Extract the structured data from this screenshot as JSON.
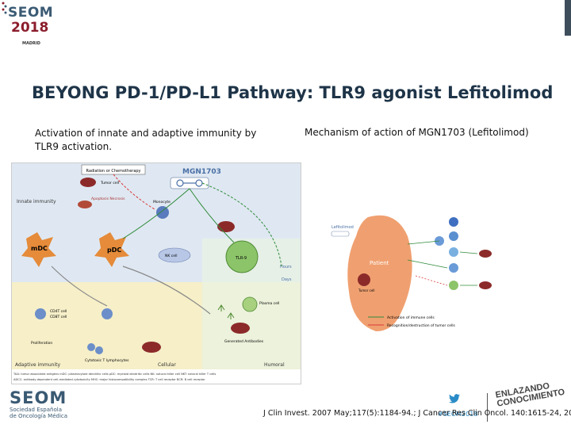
{
  "logo": {
    "line1": "SEOM",
    "line2": "2018",
    "line3": "MADRID"
  },
  "title": "BEYONG PD-1/PD-L1 Pathway: TLR9 agonist Lefitolimod",
  "caption_left": "Activation of innate and adaptive immunity by TLR9 activation.",
  "caption_right": "Mechanism of action of MGN1703 (Lefitolimod)",
  "diagram1": {
    "top_box": "Radiation or Chemotherapy",
    "drug_label": "MGN1703",
    "tumor_cell": "Tumor cell",
    "apoptosis": "Apoptosis Necrosis",
    "innate_label": "Innate immunity",
    "adaptive_label": "Adaptive immunity",
    "cellular_label": "Cellular",
    "humoral_label": "Humoral",
    "monocyte": "Monocyte",
    "mdc": "mDC",
    "pdc": "pDC",
    "nk_cell": "NK cell",
    "tlr9": "TLR-9",
    "hours": "Hours",
    "days": "Days",
    "cd4": "CD4T cell",
    "cd8": "CD8T cell",
    "cytotoxic": "Cytotoxic T lymphocytes",
    "proliferation": "Proliferation",
    "plasma_cell": "Plasma cell",
    "antibodies": "Generated Antibodies",
    "footnote1": "TAA: tumor associated antigens  mDC: plasmacytoid dendritic cells  pDC: myeloid dendritic cells  NK: natural killer cell  NKT: natural killer T cells",
    "footnote2": "ADCC: antibody-dependent cell-mediated cytotoxicity  MHC: major histocompatibility complex  TCR: T cell receptor  BCR: B cell receptor"
  },
  "diagram2": {
    "drug_label": "Lefitolimod",
    "patient": "Patient",
    "tumor_cell": "Tumor cell",
    "legend1": "Activation of immune cells",
    "legend2": "Recognition/destruction of tumor cells"
  },
  "footer_logo": {
    "name": "SEOM",
    "sub1": "Sociedad Española",
    "sub2": "de Oncología Médica"
  },
  "reference": "J Clin Invest. 2007 May;117(5):1184-94.; J Cancer Res Clin Oncol. 140:1615-24, 2014.",
  "hashtag": "#SEOM2018",
  "tagline": {
    "line1": "ENLAZANDO",
    "line2": "CONOCIMIENTO"
  },
  "colors": {
    "title": "#1e3448",
    "brand_blue": "#3a5a73",
    "brand_red": "#8b1d2c",
    "innate_bg": "#dfe8f2",
    "adaptive_bg": "#f6efc8",
    "twitter_blue": "#2a8bc7"
  }
}
